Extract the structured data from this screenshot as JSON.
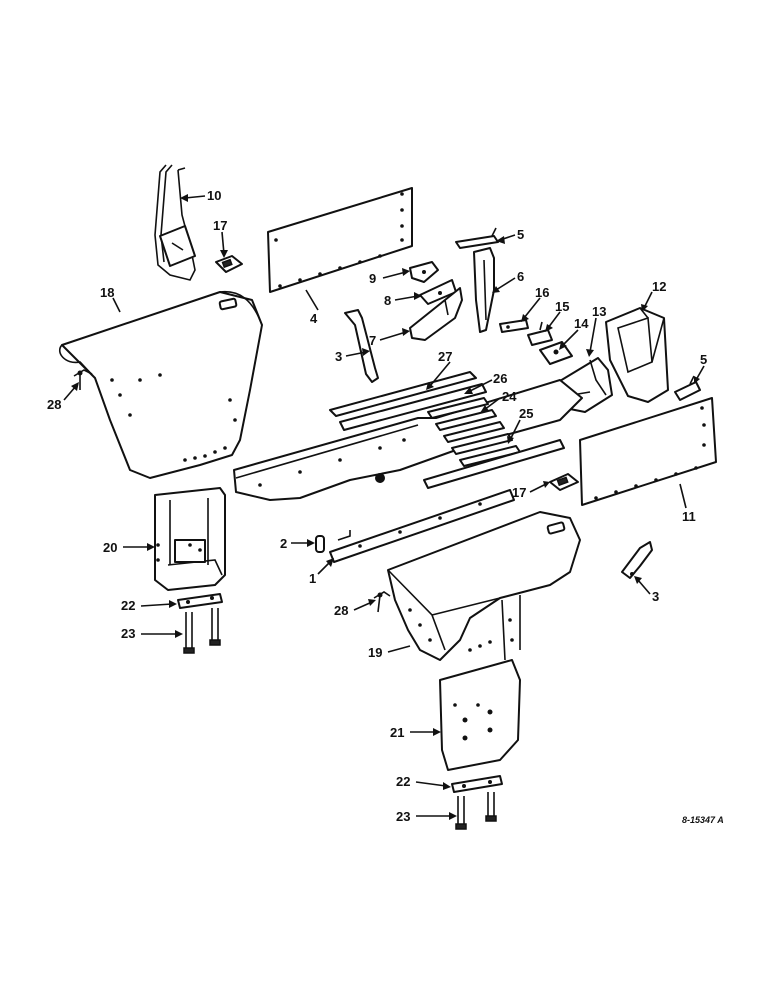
{
  "callouts": {
    "c1": "1",
    "c2": "2",
    "c3a": "3",
    "c3b": "3",
    "c4": "4",
    "c5a": "5",
    "c5b": "5",
    "c6": "6",
    "c7": "7",
    "c8": "8",
    "c9": "9",
    "c10": "10",
    "c11": "11",
    "c12": "12",
    "c13": "13",
    "c14": "14",
    "c15": "15",
    "c16": "16",
    "c17a": "17",
    "c17b": "17",
    "c18": "18",
    "c19": "19",
    "c20": "20",
    "c21": "21",
    "c22a": "22",
    "c22b": "22",
    "c23a": "23",
    "c23b": "23",
    "c24": "24",
    "c25": "25",
    "c26": "26",
    "c27": "27",
    "c28a": "28",
    "c28b": "28"
  },
  "drawing_code": "8-15347 A"
}
